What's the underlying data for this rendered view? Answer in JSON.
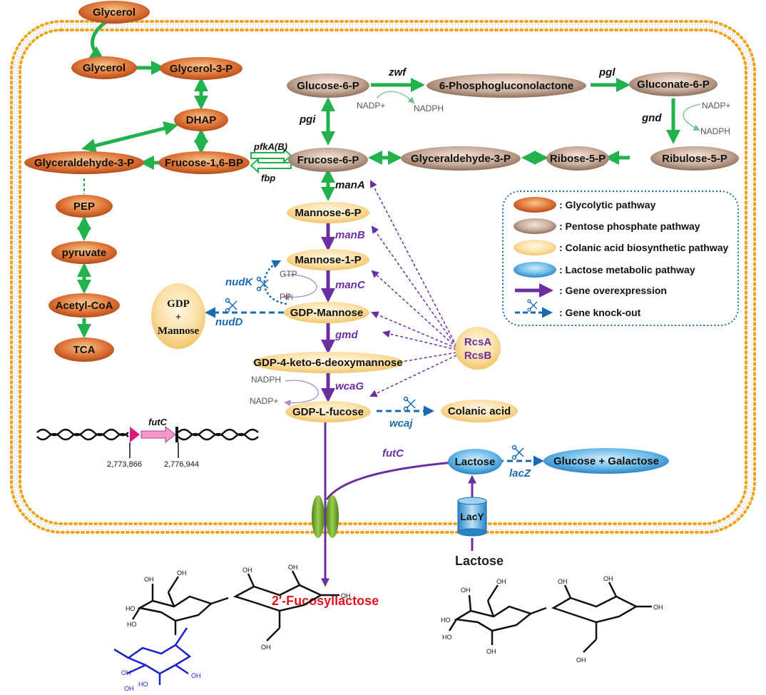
{
  "colors": {
    "glycolytic": "#d9692e",
    "pentose": "#a88f7d",
    "colanic": "#f6cf7e",
    "lactose": "#4aa6e0",
    "arrow_green": "#22b14c",
    "overexpression": "#6b2fa0",
    "knockout": "#1a6ab0",
    "product": "#e0141e"
  },
  "nodes": {
    "glycerol_out": "Glycerol",
    "glycerol_in": "Glycerol",
    "glycerol3p": "Glycerol-3-P",
    "dhap": "DHAP",
    "g3p_left": "Glyceraldehyde-3-P",
    "f16bp": "Frucose-1,6-BP",
    "pep": "PEP",
    "pyruvate": "pyruvate",
    "acetylcoa": "Acetyl-CoA",
    "tca": "TCA",
    "glucose6p": "Glucose-6-P",
    "pgl6": "6-Phosphogluconolactone",
    "gluconate6p": "Gluconate-6-P",
    "ribulose5p": "Ribulose-5-P",
    "ribose5p": "Ribose-5-P",
    "g3p_right": "Glyceraldehyde-3-P",
    "fructose6p": "Frucose-6-P",
    "mannose6p": "Mannose-6-P",
    "mannose1p": "Mannose-1-P",
    "gdpmannose": "GDP-Mannose",
    "gdp4keto": "GDP-4-keto-6-deoxymannose",
    "gdplfucose": "GDP-L-fucose",
    "colanic": "Colanic acid",
    "gdp_plus_mannose_1": "GDP",
    "gdp_plus_mannose_2": "+",
    "gdp_plus_mannose_3": "Mannose",
    "lactose_in": "Lactose",
    "glucose_galactose": "Glucose + Galactose",
    "rcsa": "RcsA",
    "rcsb": "RcsB",
    "lacy": "LacY",
    "product": "2′-Fucosyllactose",
    "lactose_out": "Lactose"
  },
  "genes": {
    "zwf": "zwf",
    "pgl": "pgl",
    "pgi": "pgi",
    "gnd": "gnd",
    "pfka": "pfkA(B)",
    "fbp": "fbp",
    "mana": "manA",
    "manb": "manB",
    "manc": "manC",
    "gmd": "gmd",
    "wcag": "wcaG",
    "nudk": "nudK",
    "nudd": "nudD",
    "wcaj": "wcaj",
    "lacz": "lacZ",
    "futc_path": "futC",
    "futc_dna": "futC"
  },
  "cofactors": {
    "nadp1": "NADP+",
    "nadph1": "NADPH",
    "nadp2": "NADP+",
    "nadph2": "NADPH",
    "gtp": "GTP",
    "ppi": "PPi",
    "nadph3": "NADPH",
    "nadp3": "NADP+"
  },
  "dna": {
    "pos_start": "2,773,866",
    "pos_end": "2,776,944"
  },
  "legend": {
    "items": [
      {
        "label": ": Glycolytic pathway"
      },
      {
        "label": ": Pentose phosphate pathway"
      },
      {
        "label": ": Colanic acid biosynthetic pathway"
      },
      {
        "label": ": Lactose metabolic pathway"
      },
      {
        "label": ": Gene overexpression"
      },
      {
        "label": ": Gene knock-out"
      }
    ]
  },
  "chem_labels": {
    "oh": "OH",
    "ho": "HO"
  }
}
